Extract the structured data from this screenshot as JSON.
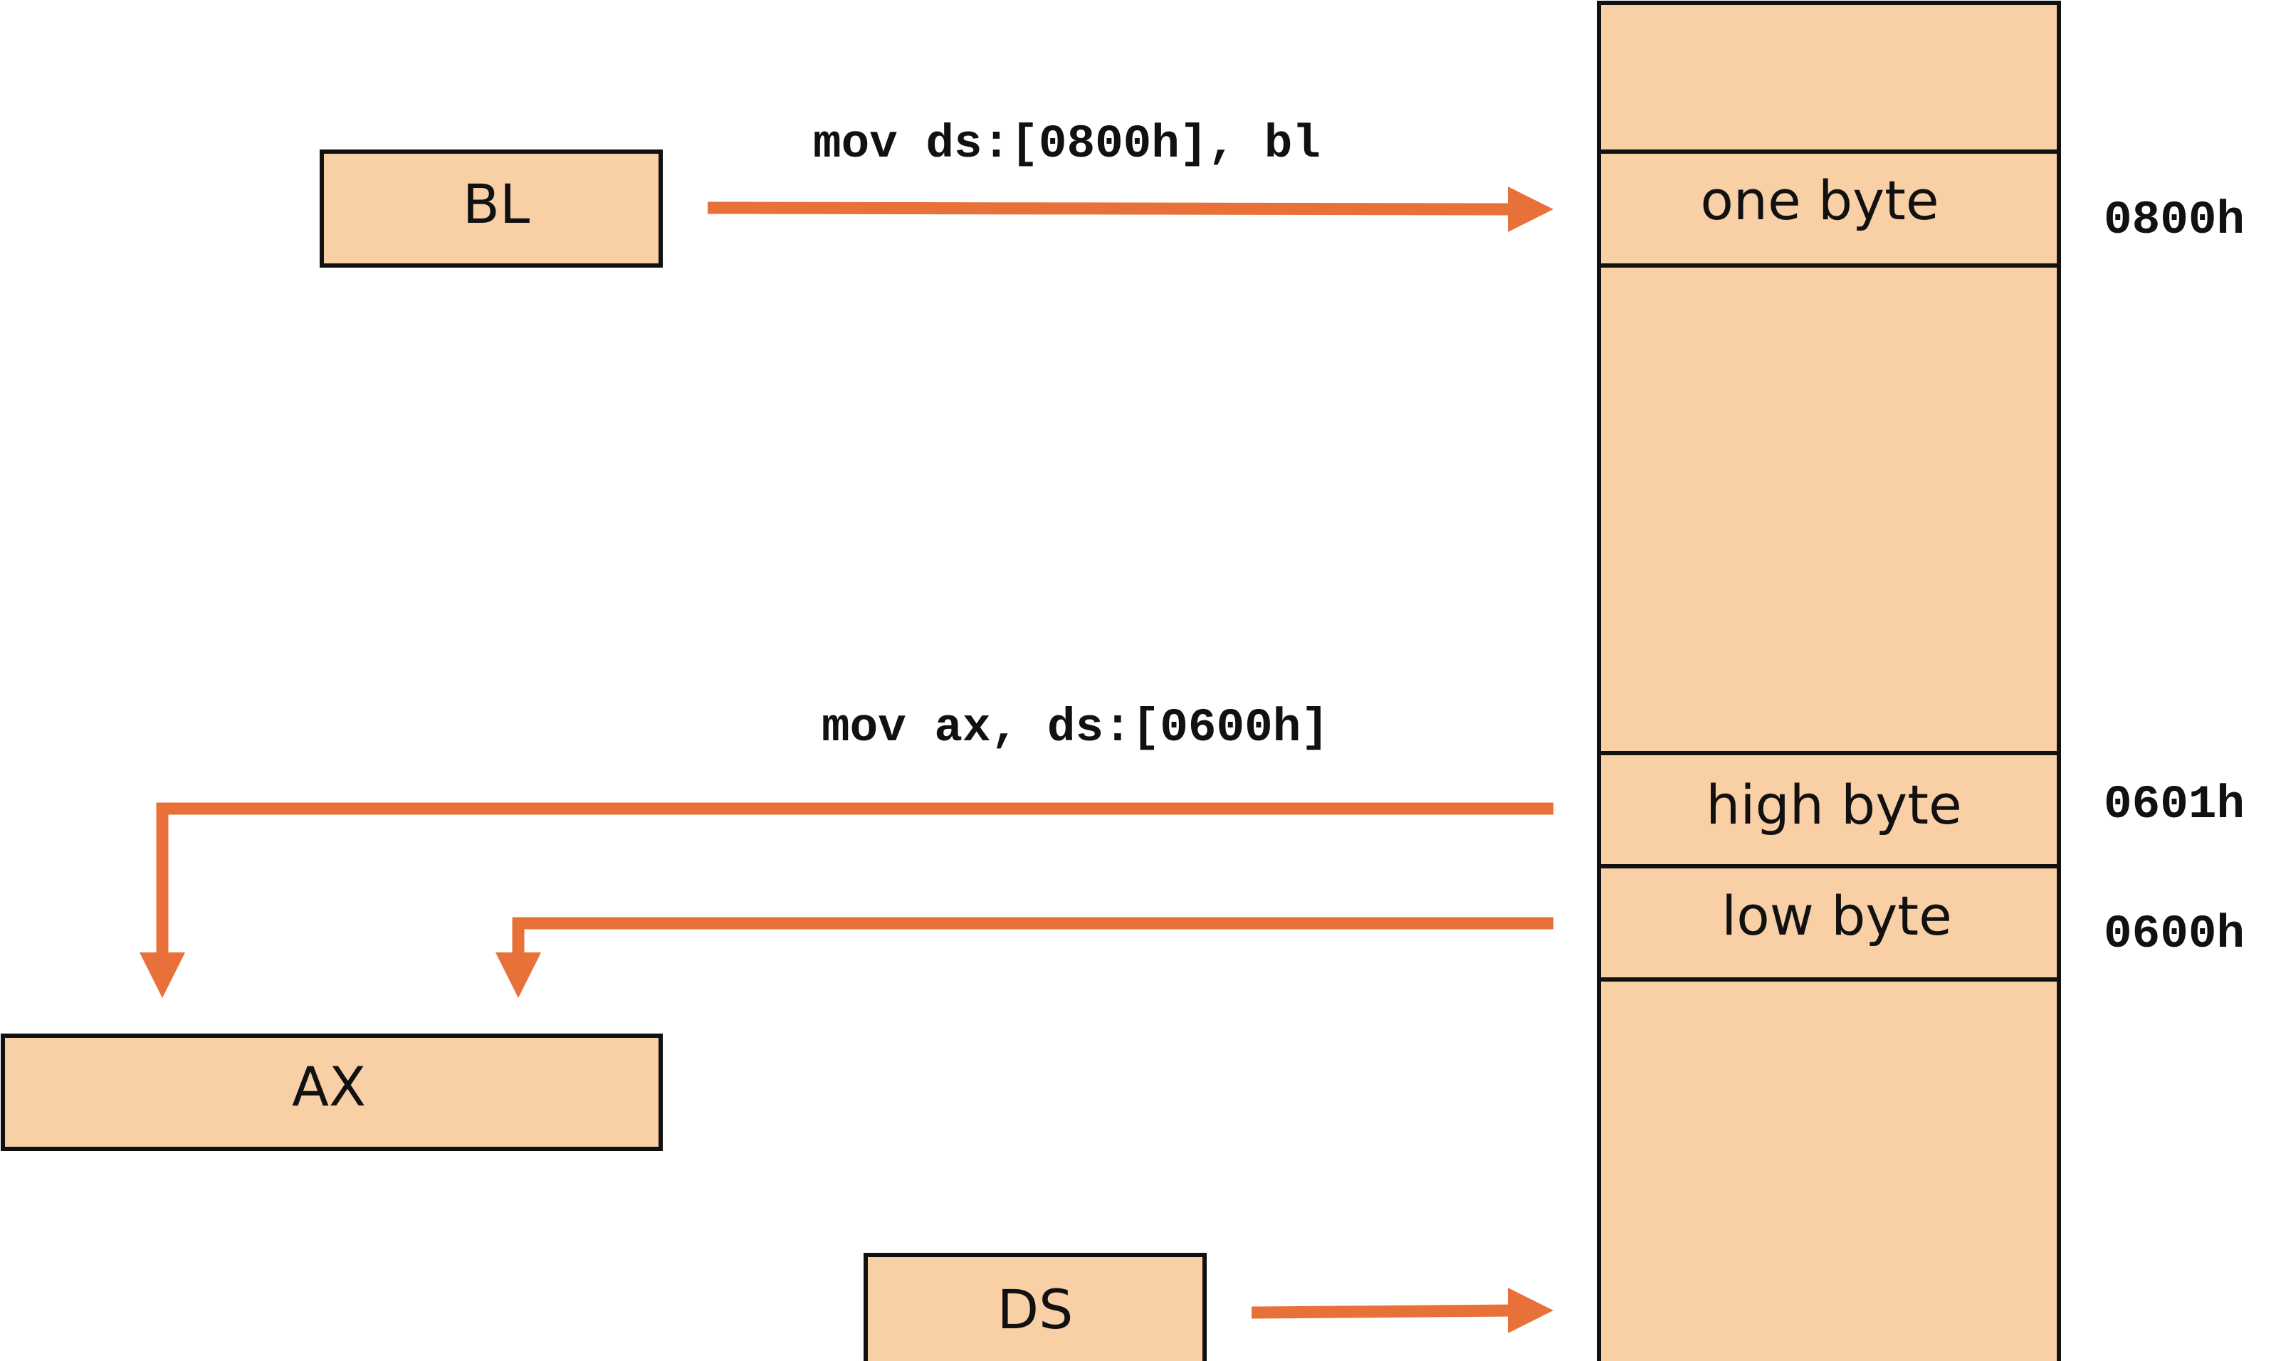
{
  "registers": {
    "bl": "BL",
    "ax": "AX",
    "ds": "DS"
  },
  "memory": {
    "cells": {
      "one_byte": "one byte",
      "high_byte": "high byte",
      "low_byte": "low byte"
    },
    "addresses": {
      "addr_0800": "0800h",
      "addr_0601": "0601h",
      "addr_0600": "0600h"
    }
  },
  "instructions": {
    "store": "mov ds:[0800h], bl",
    "load": "mov ax, ds:[0600h]"
  },
  "colors": {
    "box_fill": "#f9cfa6",
    "arrow": "#e8713a",
    "outline": "#111111"
  }
}
